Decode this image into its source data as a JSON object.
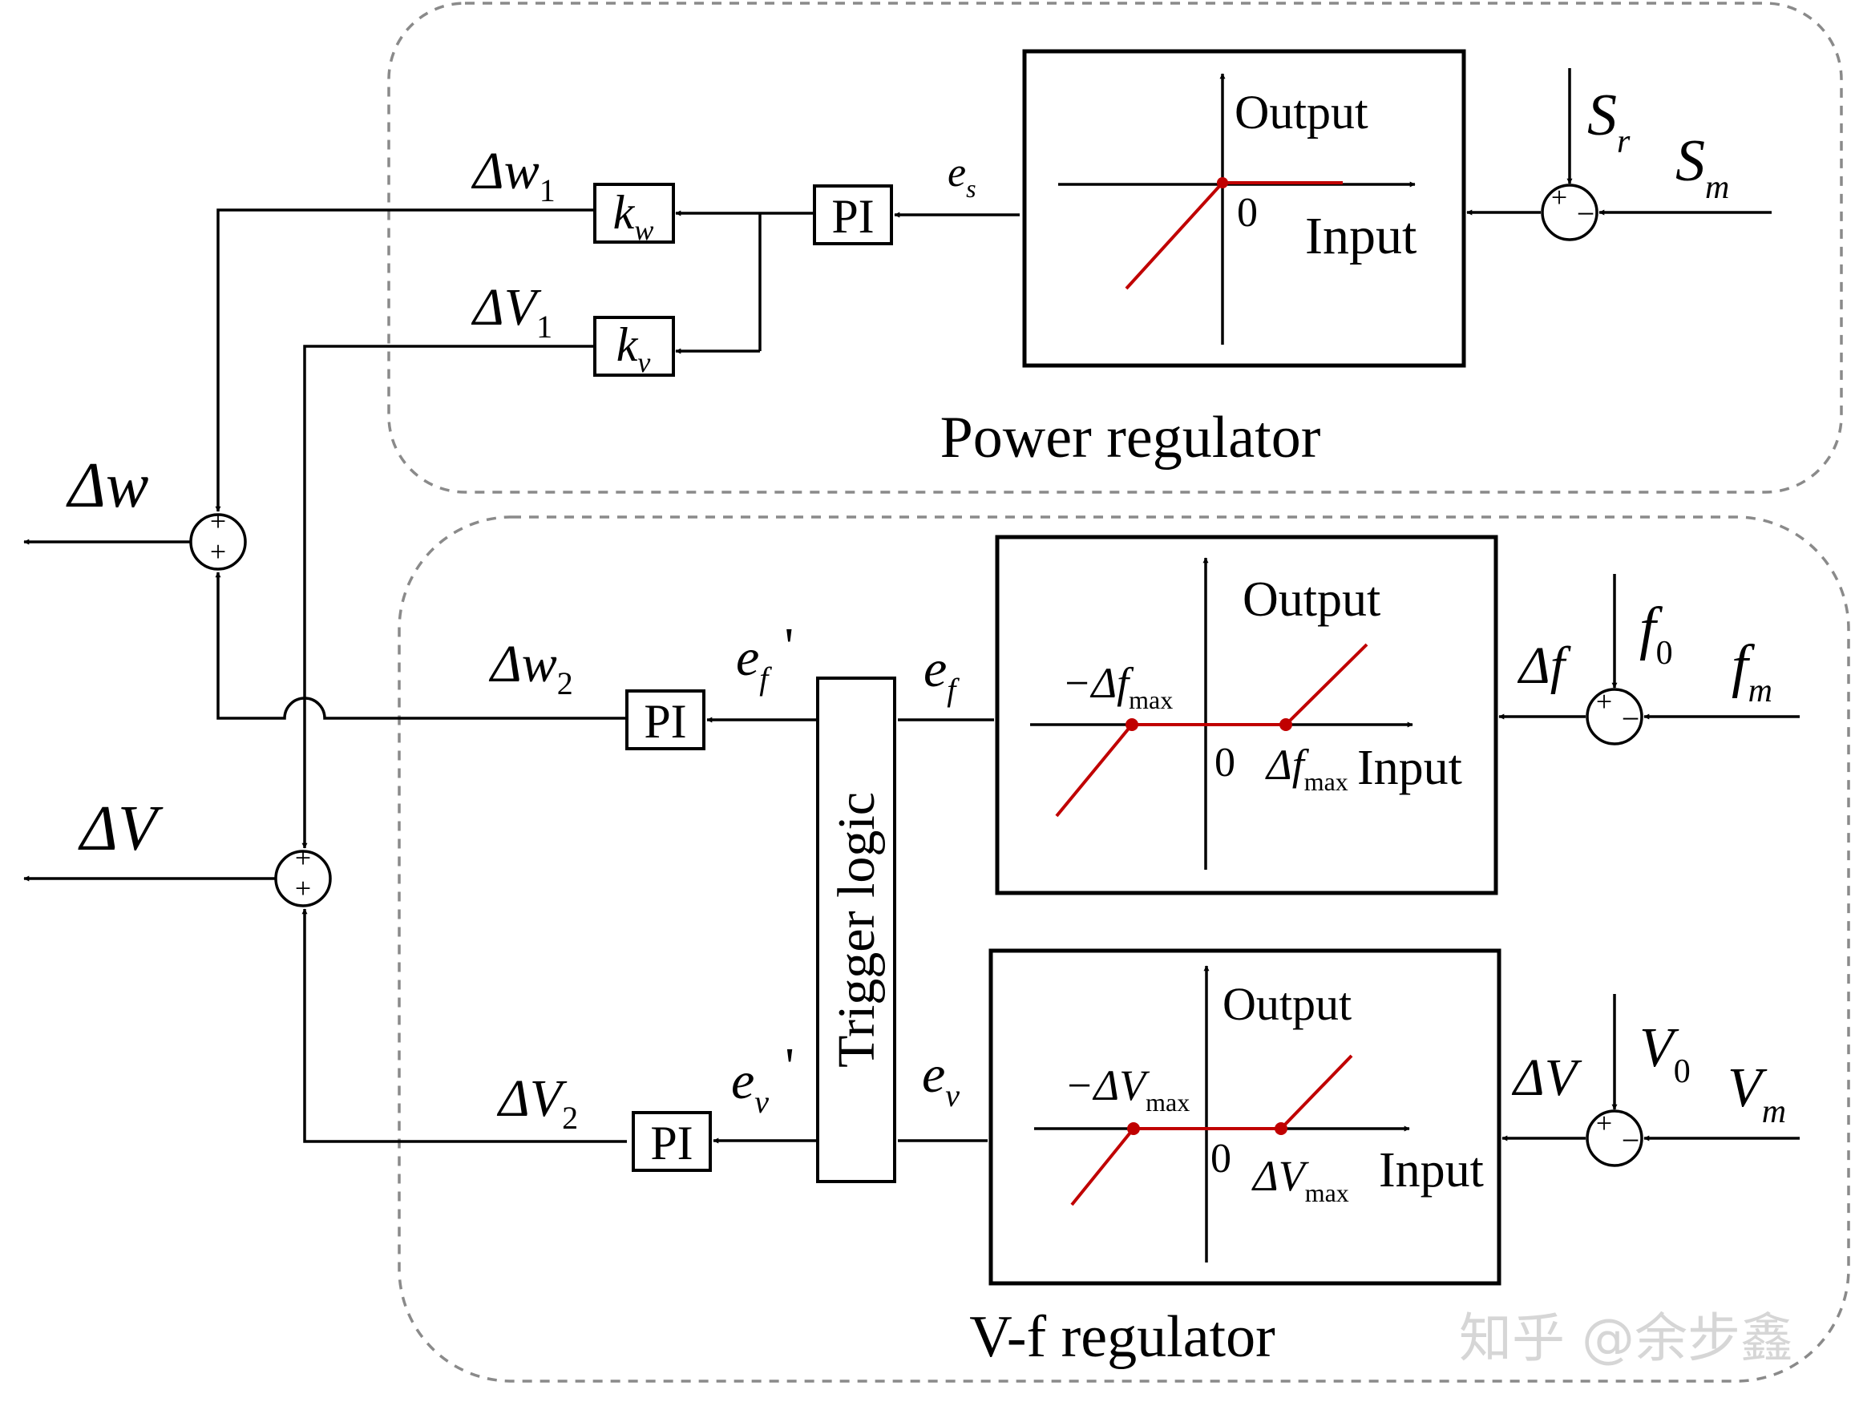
{
  "regions": {
    "power": "Power regulator",
    "vf": "V-f regulator"
  },
  "blocks": {
    "pi": "PI",
    "trigger": "Trigger logic",
    "kw": {
      "base": "k",
      "sub": "w"
    },
    "kv": {
      "base": "k",
      "sub": "v"
    }
  },
  "graph": {
    "output": "Output",
    "input": "Input",
    "zero": "0"
  },
  "signals": {
    "dw1": {
      "base": "Δw",
      "sub": "1"
    },
    "dv1": {
      "base": "ΔV",
      "sub": "1"
    },
    "dw": "Δw",
    "dv": "ΔV",
    "dw2": {
      "base": "Δw",
      "sub": "2"
    },
    "dv2": {
      "base": "ΔV",
      "sub": "2"
    },
    "es": {
      "base": "e",
      "sub": "s"
    },
    "ef": {
      "base": "e",
      "sub": "f"
    },
    "ev": {
      "base": "e",
      "sub": "v"
    },
    "ef_prime": {
      "base": "e",
      "sub": "f",
      "prime": "'"
    },
    "ev_prime": {
      "base": "e",
      "sub": "v",
      "prime": "'"
    },
    "sr": {
      "base": "S",
      "sub": "r"
    },
    "sm": {
      "base": "S",
      "sub": "m"
    },
    "f0": {
      "base": "f",
      "sub": "0"
    },
    "fm": {
      "base": "f",
      "sub": "m"
    },
    "v0": {
      "base": "V",
      "sub": "0"
    },
    "vm": {
      "base": "V",
      "sub": "m"
    },
    "df": "Δf",
    "dvin": "ΔV",
    "neg_dfmax": {
      "base": "−Δf",
      "sub": "max"
    },
    "dfmax": {
      "base": "Δf",
      "sub": "max"
    },
    "neg_dvmax": {
      "base": "−ΔV",
      "sub": "max"
    },
    "dvmax": {
      "base": "ΔV",
      "sub": "max"
    }
  },
  "sum_signs": {
    "plus": "+",
    "minus": "−"
  },
  "watermark": "知乎 @余步鑫",
  "colors": {
    "curve": "#c00000",
    "line": "#000000",
    "dash": "#8a8a8a"
  }
}
